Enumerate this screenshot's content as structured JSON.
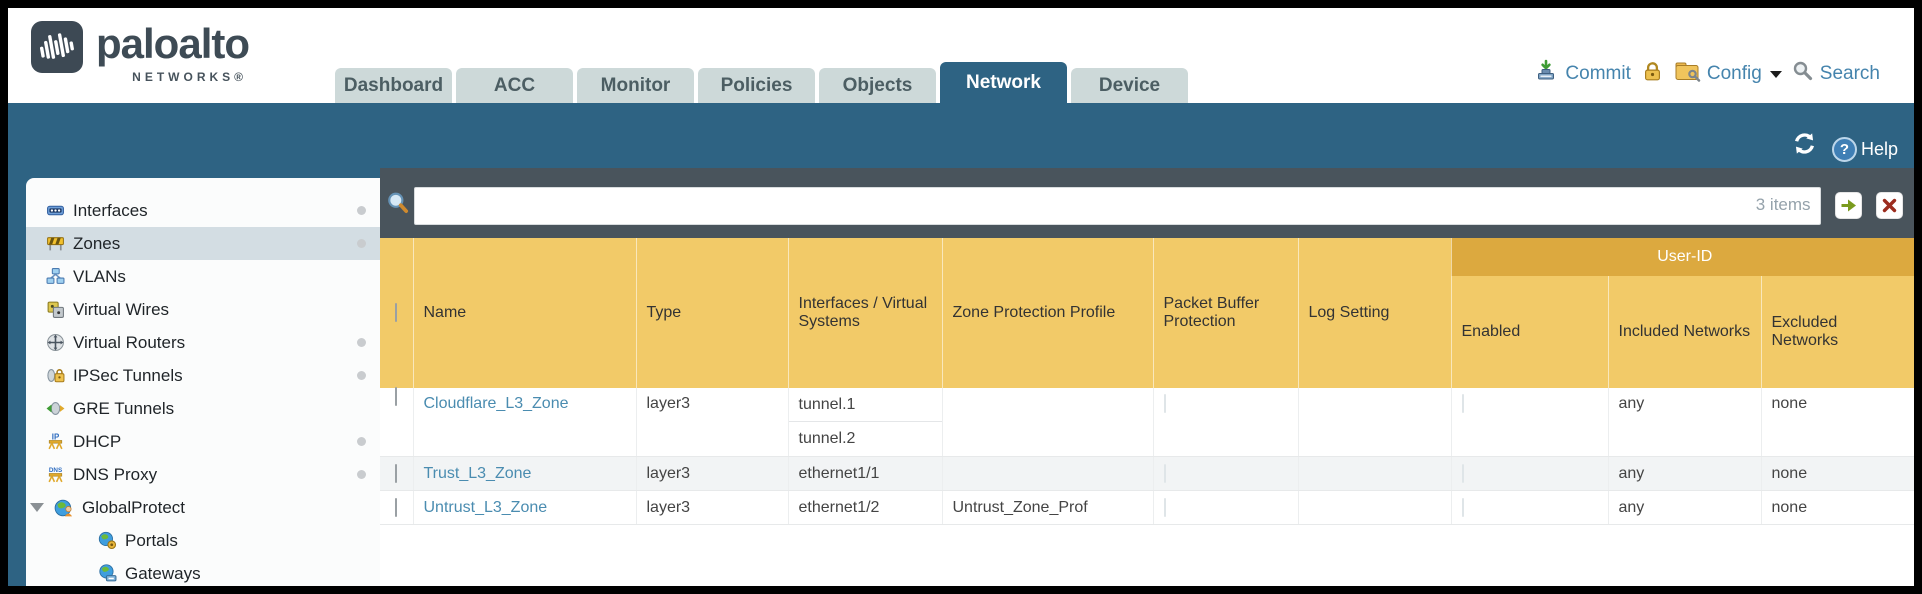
{
  "header": {
    "logo": {
      "brand": "paloalto",
      "sub": "NETWORKS®"
    },
    "tabs": [
      {
        "label": "Dashboard"
      },
      {
        "label": "ACC"
      },
      {
        "label": "Monitor"
      },
      {
        "label": "Policies"
      },
      {
        "label": "Objects"
      },
      {
        "label": "Network",
        "active": true
      },
      {
        "label": "Device"
      }
    ],
    "actions": {
      "commit": "Commit",
      "config": "Config",
      "search": "Search"
    }
  },
  "banner": {
    "help": "Help"
  },
  "sidebar": {
    "items": [
      {
        "label": "Interfaces",
        "pending_dot": true
      },
      {
        "label": "Zones",
        "pending_dot": true,
        "selected": true
      },
      {
        "label": "VLANs"
      },
      {
        "label": "Virtual Wires"
      },
      {
        "label": "Virtual Routers",
        "pending_dot": true
      },
      {
        "label": "IPSec Tunnels",
        "pending_dot": true
      },
      {
        "label": "GRE Tunnels"
      },
      {
        "label": "DHCP",
        "pending_dot": true
      },
      {
        "label": "DNS Proxy",
        "pending_dot": true
      },
      {
        "label": "GlobalProtect",
        "expanded": true
      },
      {
        "label": "Portals",
        "child": true
      },
      {
        "label": "Gateways",
        "child": true
      }
    ]
  },
  "toolbar": {
    "filter_value": "",
    "items_count": "3 items"
  },
  "table": {
    "columns": [
      "Name",
      "Type",
      "Interfaces / Virtual Systems",
      "Zone Protection Profile",
      "Packet Buffer Protection",
      "Log Setting"
    ],
    "group_header": "User-ID",
    "group_columns": [
      "Enabled",
      "Included Networks",
      "Excluded Networks"
    ],
    "rows": [
      {
        "name": "Cloudflare_L3_Zone",
        "type": "layer3",
        "interfaces": [
          "tunnel.1",
          "tunnel.2"
        ],
        "zone_protection_profile": "",
        "included_networks": "any",
        "excluded_networks": "none"
      },
      {
        "name": "Trust_L3_Zone",
        "type": "layer3",
        "interfaces": [
          "ethernet1/1"
        ],
        "zone_protection_profile": "",
        "included_networks": "any",
        "excluded_networks": "none"
      },
      {
        "name": "Untrust_L3_Zone",
        "type": "layer3",
        "interfaces": [
          "ethernet1/2"
        ],
        "zone_protection_profile": "Untrust_Zone_Prof",
        "included_networks": "any",
        "excluded_networks": "none"
      }
    ]
  },
  "colors": {
    "accent_teal": "#2e6383",
    "content_slate": "#49545c",
    "header_amber": "#f2ca68",
    "group_amber": "#dca93f",
    "link_blue": "#4a8cb0",
    "action_blue": "#4584ad",
    "selected_nav": "#d3dde3"
  }
}
